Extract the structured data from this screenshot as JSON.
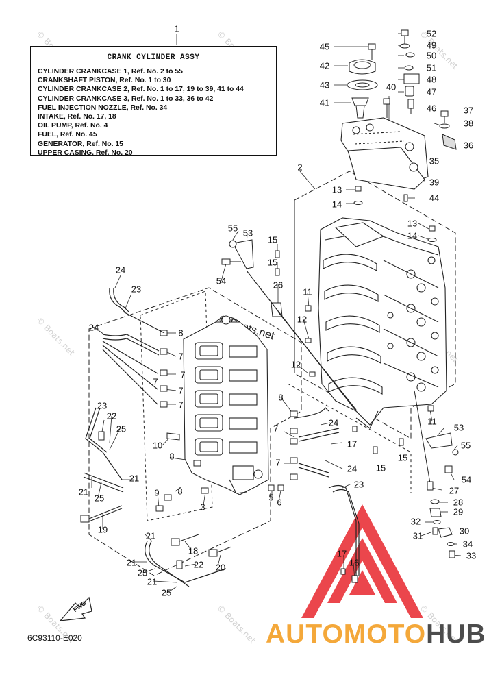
{
  "legend": {
    "ref_number": "1",
    "title": "CRANK CYLINDER ASSY",
    "lines": [
      "CYLINDER CRANKCASE 1, Ref. No. 2 to 55",
      "CRANKSHAFT PISTON,  Ref. No. 1 to 30",
      "CYLINDER CRANKCASE 2, Ref. No. 1 to 17, 19 to 39, 41 to 44",
      "CYLINDER CRANKCASE 3, Ref. No. 1 to 33, 36 to 42",
      "FUEL INJECTION NOZZLE, Ref. No. 34",
      "INTAKE,  Ref. No. 17, 18",
      "OIL PUMP,  Ref. No. 4",
      "FUEL,  Ref. No. 45",
      "GENERATOR,  Ref. No. 15",
      "UPPER CASING, Ref. No. 20"
    ]
  },
  "callouts": [
    {
      "id": "c-1",
      "label": "1"
    },
    {
      "id": "c-52",
      "label": "52"
    },
    {
      "id": "c-49",
      "label": "49"
    },
    {
      "id": "c-50",
      "label": "50"
    },
    {
      "id": "c-51",
      "label": "51"
    },
    {
      "id": "c-48",
      "label": "48"
    },
    {
      "id": "c-47",
      "label": "47"
    },
    {
      "id": "c-46",
      "label": "46"
    },
    {
      "id": "c-45",
      "label": "45"
    },
    {
      "id": "c-42",
      "label": "42"
    },
    {
      "id": "c-43",
      "label": "43"
    },
    {
      "id": "c-40",
      "label": "40"
    },
    {
      "id": "c-41",
      "label": "41"
    },
    {
      "id": "c-37",
      "label": "37"
    },
    {
      "id": "c-38",
      "label": "38"
    },
    {
      "id": "c-36",
      "label": "36"
    },
    {
      "id": "c-35",
      "label": "35"
    },
    {
      "id": "c-2",
      "label": "2"
    },
    {
      "id": "c-39",
      "label": "39"
    },
    {
      "id": "c-13a",
      "label": "13"
    },
    {
      "id": "c-44",
      "label": "44"
    },
    {
      "id": "c-14a",
      "label": "14"
    },
    {
      "id": "c-13b",
      "label": "13"
    },
    {
      "id": "c-14b",
      "label": "14"
    },
    {
      "id": "c-55a",
      "label": "55"
    },
    {
      "id": "c-53a",
      "label": "53"
    },
    {
      "id": "c-15a",
      "label": "15"
    },
    {
      "id": "c-15b",
      "label": "15"
    },
    {
      "id": "c-54a",
      "label": "54"
    },
    {
      "id": "c-24a",
      "label": "24"
    },
    {
      "id": "c-23a",
      "label": "23"
    },
    {
      "id": "c-26",
      "label": "26"
    },
    {
      "id": "c-11a",
      "label": "11"
    },
    {
      "id": "c-12a",
      "label": "12"
    },
    {
      "id": "c-24b",
      "label": "24"
    },
    {
      "id": "c-8a",
      "label": "8"
    },
    {
      "id": "c-7a",
      "label": "7"
    },
    {
      "id": "c-7b",
      "label": "7"
    },
    {
      "id": "c-7c",
      "label": "7"
    },
    {
      "id": "c-7d",
      "label": "7"
    },
    {
      "id": "c-7e",
      "label": "7"
    },
    {
      "id": "c-12b",
      "label": "12"
    },
    {
      "id": "c-8b",
      "label": "8"
    },
    {
      "id": "c-24c",
      "label": "24"
    },
    {
      "id": "c-7f",
      "label": "7"
    },
    {
      "id": "c-11b",
      "label": "11"
    },
    {
      "id": "c-53b",
      "label": "53"
    },
    {
      "id": "c-17a",
      "label": "17"
    },
    {
      "id": "c-55b",
      "label": "55"
    },
    {
      "id": "c-15c",
      "label": "15"
    },
    {
      "id": "c-15d",
      "label": "15"
    },
    {
      "id": "c-7g",
      "label": "7"
    },
    {
      "id": "c-24d",
      "label": "24"
    },
    {
      "id": "c-23b",
      "label": "23"
    },
    {
      "id": "c-22a",
      "label": "22"
    },
    {
      "id": "c-25a",
      "label": "25"
    },
    {
      "id": "c-10",
      "label": "10"
    },
    {
      "id": "c-8c",
      "label": "8"
    },
    {
      "id": "c-21a",
      "label": "21"
    },
    {
      "id": "c-21b",
      "label": "21"
    },
    {
      "id": "c-25b",
      "label": "25"
    },
    {
      "id": "c-9",
      "label": "9"
    },
    {
      "id": "c-8d",
      "label": "8"
    },
    {
      "id": "c-5",
      "label": "5"
    },
    {
      "id": "c-6",
      "label": "6"
    },
    {
      "id": "c-3",
      "label": "3"
    },
    {
      "id": "c-23c",
      "label": "23"
    },
    {
      "id": "c-54b",
      "label": "54"
    },
    {
      "id": "c-27",
      "label": "27"
    },
    {
      "id": "c-28",
      "label": "28"
    },
    {
      "id": "c-19",
      "label": "19"
    },
    {
      "id": "c-29",
      "label": "29"
    },
    {
      "id": "c-32",
      "label": "32"
    },
    {
      "id": "c-31",
      "label": "31"
    },
    {
      "id": "c-30",
      "label": "30"
    },
    {
      "id": "c-34",
      "label": "34"
    },
    {
      "id": "c-33",
      "label": "33"
    },
    {
      "id": "c-21c",
      "label": "21"
    },
    {
      "id": "c-18",
      "label": "18"
    },
    {
      "id": "c-20",
      "label": "20"
    },
    {
      "id": "c-21d",
      "label": "21"
    },
    {
      "id": "c-25c",
      "label": "25"
    },
    {
      "id": "c-22b",
      "label": "22"
    },
    {
      "id": "c-17b",
      "label": "17"
    },
    {
      "id": "c-16",
      "label": "16"
    },
    {
      "id": "c-21e",
      "label": "21"
    },
    {
      "id": "c-25d",
      "label": "25"
    }
  ],
  "fwd_label": "FWD",
  "drawing_code": "6C93110-E020",
  "watermark_text": "© Boats.net",
  "brand": {
    "part1": "AUTOMOTO",
    "part2": "HUB",
    "accent": "#f4a83a",
    "dark": "#4c4c4c",
    "logo_color": "#e8262d"
  }
}
